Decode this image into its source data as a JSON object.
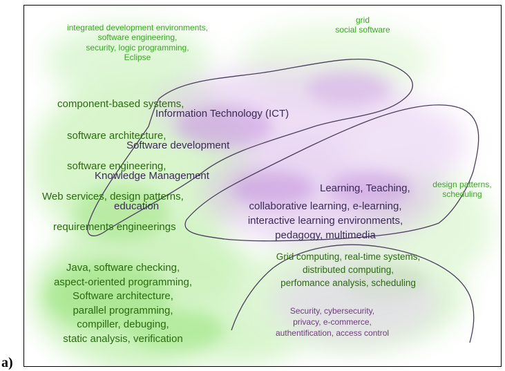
{
  "panel_label": "a)",
  "colors": {
    "green": "#2f8a1c",
    "light_green": "#3aa524",
    "dark_text": "#3b2a55",
    "purple_text": "#6d3b7a",
    "contour": "#4a3d5c"
  },
  "labels": {
    "ide_block": [
      "integrated development environments,",
      "software engineering,",
      "security, logic programming,",
      "Eclipse"
    ],
    "grid_block": [
      "grid",
      "social software"
    ],
    "component_based": "component-based systems,",
    "info_tech": "Information Technology (ICT)",
    "software_architecture": "software architecture,",
    "software_development": "Software development",
    "software_engineering": "software engineering,",
    "knowledge_management": "Knowledge Management",
    "web_services": "Web services, design patterns,",
    "education": "education",
    "requirements": "requirements engineerings",
    "learning_teaching": "Learning, Teaching,",
    "design_patterns_block": [
      "design patterns,",
      "scheduling"
    ],
    "collab_block": [
      "collaborative learning, e-learning,",
      "interactive learning environments,",
      "pedagogy, multimedia"
    ],
    "java_block": [
      "Java, software checking,",
      "aspect-oriented programming,",
      "Software architecture,",
      "parallel programming,",
      "compiller, debuging,",
      "static analysis, verification"
    ],
    "grid_computing_block": [
      "Grid computing,  real-time systems,",
      "distributed computing,",
      "perfomance analysis, scheduling"
    ],
    "security_block": [
      "Security, cybersecurity,",
      "privacy, e-commerce,",
      "authentification, access control"
    ]
  }
}
